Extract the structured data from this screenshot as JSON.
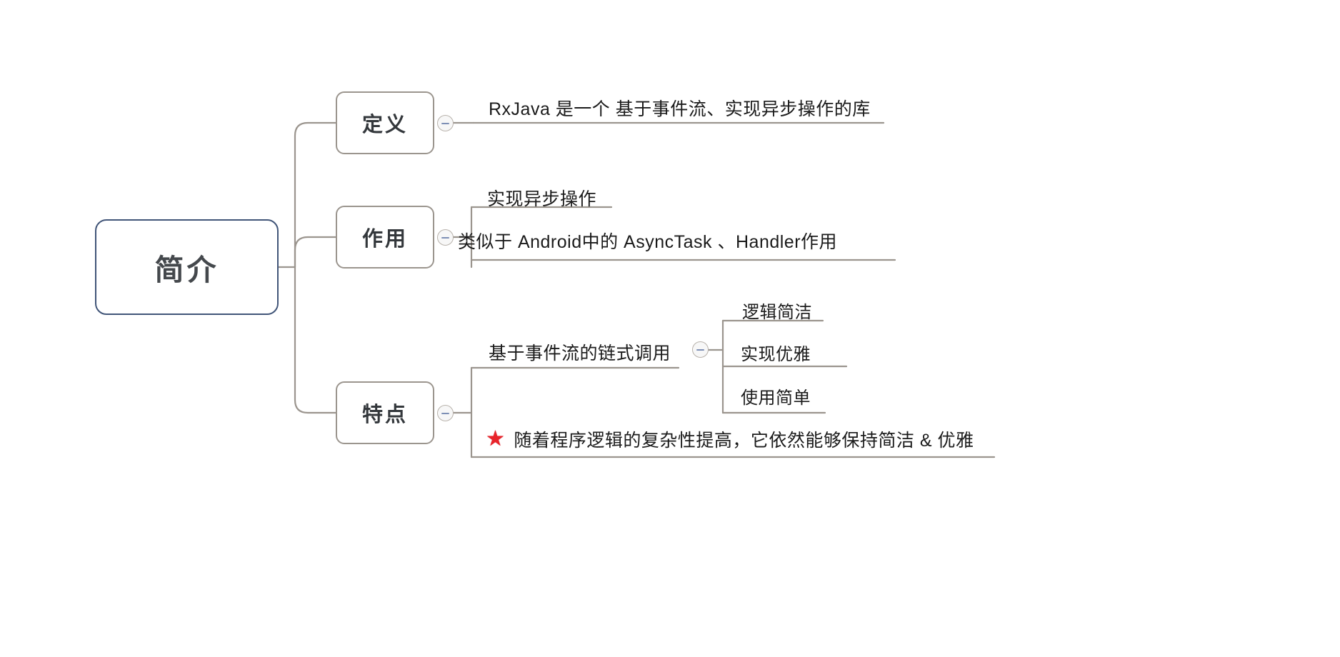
{
  "mindmap": {
    "root": {
      "label": "简介",
      "border_color": "#415578"
    },
    "branches": [
      {
        "id": "definition",
        "label": "定义",
        "toggle": "collapse-minus-icon",
        "leaves": [
          {
            "text": "RxJava 是一个 基于事件流、实现异步操作的库"
          }
        ]
      },
      {
        "id": "purpose",
        "label": "作用",
        "toggle": "collapse-minus-icon",
        "leaves": [
          {
            "text": "实现异步操作"
          },
          {
            "text": "类似于 Android中的 AsyncTask 、Handler作用"
          }
        ]
      },
      {
        "id": "features",
        "label": "特点",
        "toggle": "collapse-minus-icon",
        "leaves": [
          {
            "text": "基于事件流的链式调用",
            "toggle": "collapse-minus-icon",
            "children": [
              {
                "text": "逻辑简洁"
              },
              {
                "text": "实现优雅"
              },
              {
                "text": "使用简单"
              }
            ]
          },
          {
            "icon": "red-star-icon",
            "icon_glyph": "★",
            "icon_color": "#e8232a",
            "text": "随着程序逻辑的复杂性提高，它依然能够保持简洁 & 优雅"
          }
        ]
      }
    ],
    "colors": {
      "root_border": "#415578",
      "node_border": "#9b958e",
      "edge": "#9b958e",
      "text": "#1b1b1b",
      "node_text": "#34383c",
      "toggle_minus": "#7d8fb5",
      "star": "#e8232a",
      "background": "#ffffff"
    }
  }
}
